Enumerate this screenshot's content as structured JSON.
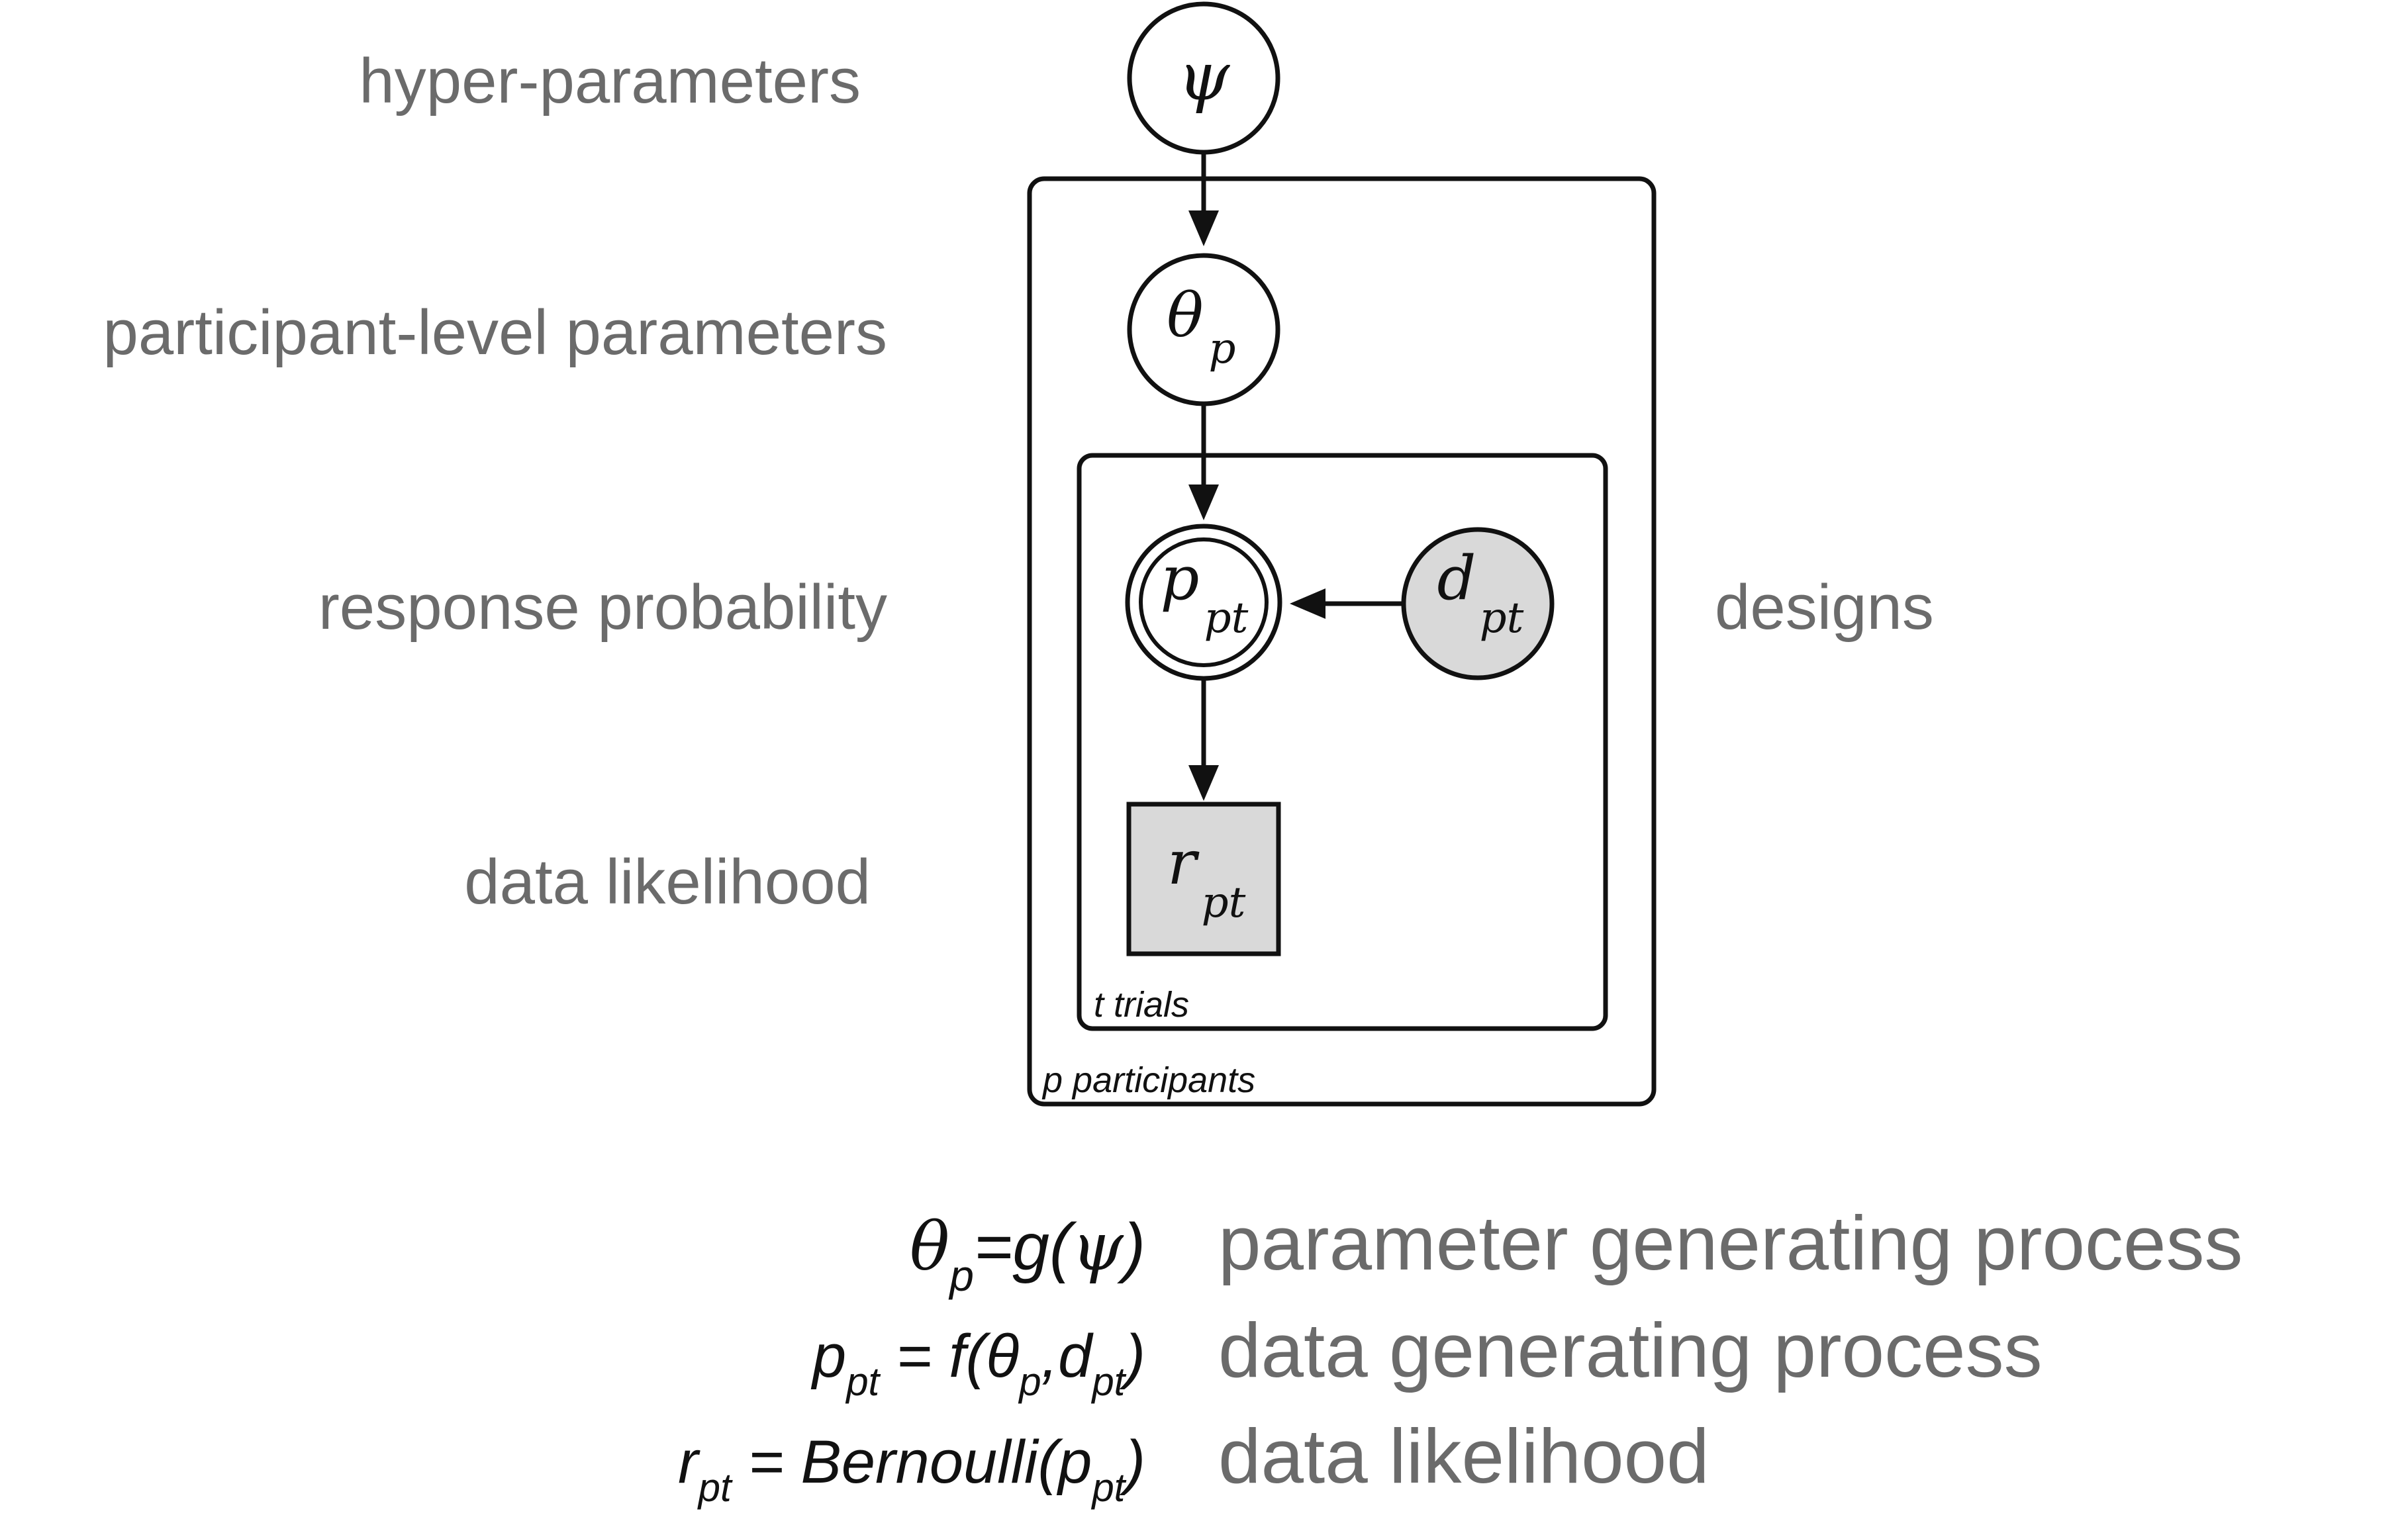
{
  "level_labels": {
    "hyper": "hyper-parameters",
    "participant": "participant-level parameters",
    "response": "response probability",
    "data": "data likelihood",
    "designs": "designs"
  },
  "nodes": {
    "psi": {
      "symbol": "ψ",
      "subscript": "",
      "shape": "circle",
      "fill": "#ffffff"
    },
    "theta": {
      "symbol": "θ",
      "subscript": "p",
      "shape": "circle",
      "fill": "#ffffff"
    },
    "p": {
      "symbol": "p",
      "subscript": "pt",
      "shape": "double-circle",
      "fill": "#ffffff"
    },
    "d": {
      "symbol": "d",
      "subscript": "pt",
      "shape": "circle",
      "fill": "#d9d9d9"
    },
    "r": {
      "symbol": "r",
      "subscript": "pt",
      "shape": "square",
      "fill": "#d9d9d9"
    }
  },
  "edges": [
    {
      "from": "psi",
      "to": "theta"
    },
    {
      "from": "theta",
      "to": "p"
    },
    {
      "from": "d",
      "to": "p"
    },
    {
      "from": "p",
      "to": "r"
    }
  ],
  "plates": {
    "outer": "p participants",
    "inner": "t trials"
  },
  "equations": [
    {
      "lhs": "θ",
      "lhs_sub": "p",
      "eq": "=",
      "rhs_pre": "g(",
      "rhs_sym": "ψ",
      "rhs_post": ")",
      "description": "parameter generating process"
    },
    {
      "lhs": "p",
      "lhs_sub": "pt",
      "eq": " = ",
      "rhs_pre": "f(θ",
      "rhs_sub1": "p",
      "rhs_mid": ",d",
      "rhs_sub2": "pt",
      "rhs_post": ")",
      "description": "data generating process"
    },
    {
      "lhs": "r",
      "lhs_sub": "pt",
      "eq": " = ",
      "rhs_pre": "Bernoulli(p",
      "rhs_sub1": "pt",
      "rhs_post": ")",
      "description": "data likelihood"
    }
  ],
  "colors": {
    "label_text": "#6b6b6b",
    "stroke": "#111111",
    "observed_fill": "#d9d9d9"
  }
}
